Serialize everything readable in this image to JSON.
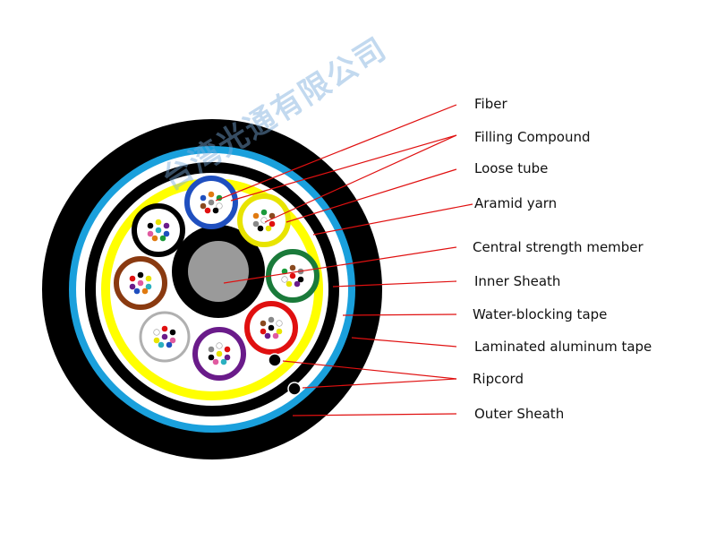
{
  "labels": {
    "fiber": "Fiber",
    "filling_compound": "Filling Compound",
    "loose_tube": "Loose tube",
    "aramid_yarn": "Aramid yarn",
    "central_strength_member": "Central strength member",
    "inner_sheath": "Inner Sheath",
    "water_blocking_tape": "Water-blocking tape",
    "laminated_aluminum_tape": "Laminated aluminum tape",
    "ripcord": "Ripcord",
    "outer_sheath": "Outer Sheath"
  },
  "watermark": "台湾光通有限公司",
  "colors": {
    "outer_sheath": "#000000",
    "aluminum_tape": "#1aa0dc",
    "inner_sheath": "#000000",
    "aramid_yarn": "#ffff00",
    "central_member": "#9a9a9a",
    "leader_line": "#e01010",
    "tubes": [
      "#1f4fbf",
      "#e8e400",
      "#1a7a3a",
      "#e01010",
      "#6a1b8a",
      "#ffffff",
      "#8a3a10",
      "#000000"
    ]
  }
}
